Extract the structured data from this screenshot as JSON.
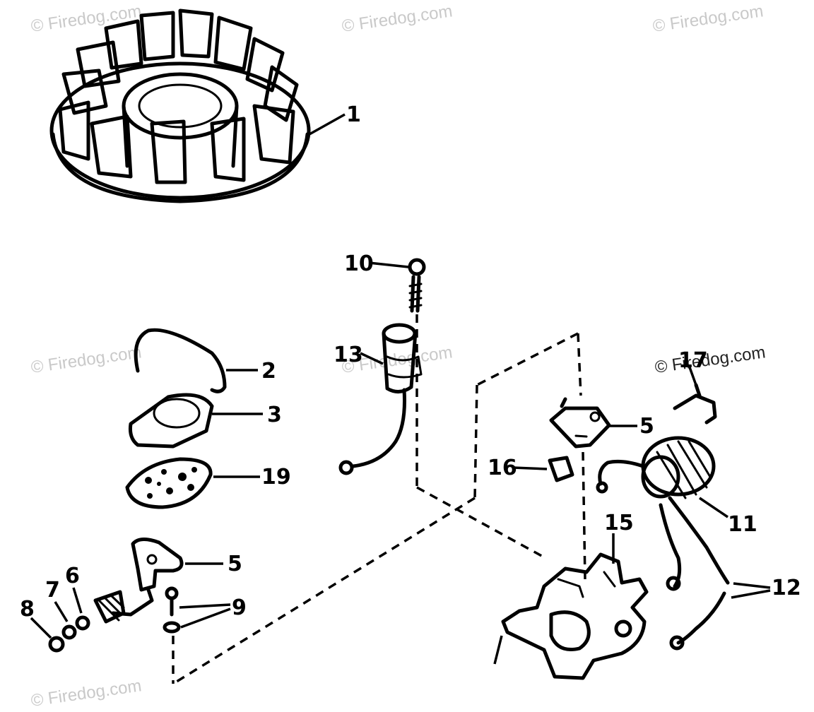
{
  "watermarks": [
    "© Firedog.com",
    "© Firedog.com",
    "© Firedog.com",
    "© Firedog.com",
    "© Firedog.com",
    "© Firedog.com",
    "© Firedog.com"
  ],
  "callouts": {
    "c1": "1",
    "c2": "2",
    "c3": "3",
    "c5a": "5",
    "c5b": "5",
    "c6": "6",
    "c7": "7",
    "c8": "8",
    "c9": "9",
    "c10": "10",
    "c11": "11",
    "c12": "12",
    "c13": "13",
    "c15": "15",
    "c16": "16",
    "c17": "17",
    "c19": "19"
  },
  "colors": {
    "ink": "#000000",
    "background": "#ffffff",
    "watermark": "#c9c9c9"
  }
}
